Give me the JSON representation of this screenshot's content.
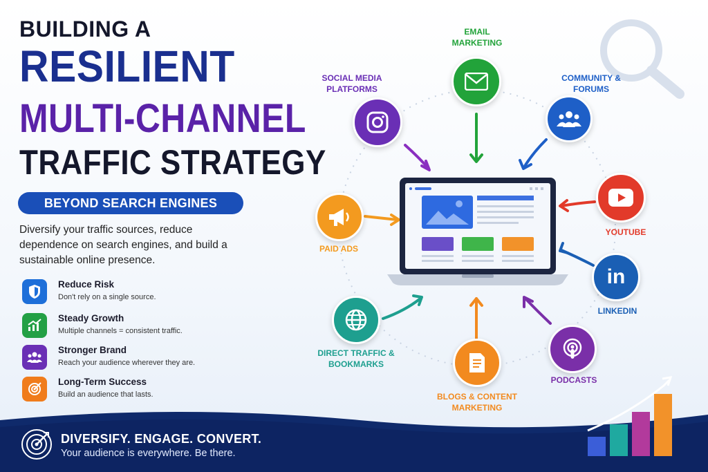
{
  "title": {
    "line1": "BUILDING A",
    "line2": "RESILIENT",
    "line3": "MULTI-CHANNEL",
    "line4": "TRAFFIC STRATEGY"
  },
  "subtitle_pill": "BEYOND SEARCH ENGINES",
  "intro": "Diversify your traffic sources, reduce dependence on search engines, and build a sustainable online presence.",
  "benefits": [
    {
      "title": "Reduce Risk",
      "desc": "Don't rely on a single source.",
      "icon": "shield-icon",
      "color": "#1e6fd9"
    },
    {
      "title": "Steady Growth",
      "desc": "Multiple channels = consistent traffic.",
      "icon": "growth-chart-icon",
      "color": "#23a045"
    },
    {
      "title": "Stronger Brand",
      "desc": "Reach your audience wherever they are.",
      "icon": "people-icon",
      "color": "#6a2fb5"
    },
    {
      "title": "Long-Term Success",
      "desc": "Build an audience that lasts.",
      "icon": "target-icon",
      "color": "#f07c1b"
    }
  ],
  "channels": {
    "email": {
      "label": "EMAIL\nMARKETING",
      "color": "#22a33a",
      "icon": "envelope-icon"
    },
    "social": {
      "label": "SOCIAL MEDIA\nPLATFORMS",
      "color": "#6a2fb5",
      "icon": "instagram-icon"
    },
    "community": {
      "label": "COMMUNITY &\nFORUMS",
      "color": "#1e5fc7",
      "icon": "group-icon"
    },
    "paid": {
      "label": "PAID ADS",
      "color": "#f39a1f",
      "icon": "megaphone-icon"
    },
    "youtube": {
      "label": "YOUTUBE",
      "color": "#e23a2a",
      "icon": "play-icon"
    },
    "linkedin": {
      "label": "LINKEDIN",
      "color": "#1a5fb4",
      "icon": "linkedin-icon"
    },
    "direct": {
      "label": "DIRECT TRAFFIC &\nBOOKMARKS",
      "color": "#1e9f8f",
      "icon": "globe-icon"
    },
    "blogs": {
      "label": "BLOGS & CONTENT\nMARKETING",
      "color": "#f28a1f",
      "icon": "document-icon"
    },
    "podcasts": {
      "label": "PODCASTS",
      "color": "#7a2fa8",
      "icon": "podcast-icon"
    }
  },
  "footer": {
    "tagline": "DIVERSIFY. ENGAGE. CONVERT.",
    "subline": "Your audience is everywhere. Be there."
  }
}
